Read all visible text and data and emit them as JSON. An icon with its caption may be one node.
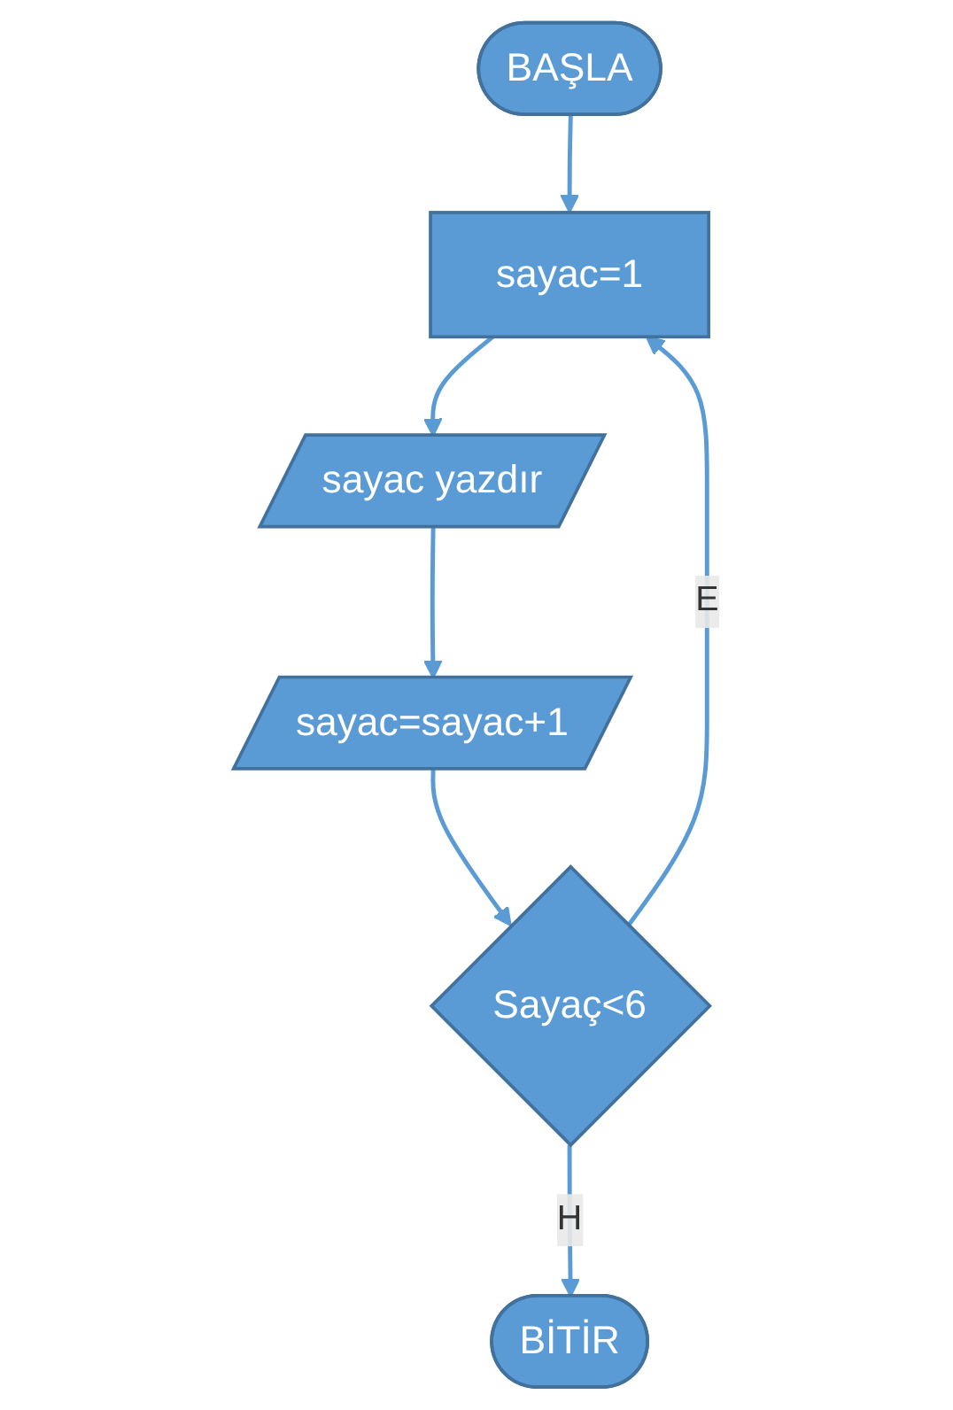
{
  "diagram": {
    "nodes": [
      {
        "text": [
          "BAŞLA"
        ]
      },
      {
        "text": [
          "sayac=1"
        ]
      },
      {
        "text": [
          "sayac yazdır"
        ]
      },
      {
        "text": [
          "sayac=sayac+1"
        ]
      },
      {
        "text": [
          "Sayaç<6"
        ]
      },
      {
        "text": [
          "BİTİR"
        ]
      }
    ],
    "edges": [
      {
        "from": 0,
        "to": 1,
        "arrow": "to"
      },
      {
        "from": 1,
        "to": 2,
        "arrow": "to"
      },
      {
        "from": 2,
        "to": 3,
        "arrow": "to"
      },
      {
        "from": 3,
        "to": 4,
        "arrow": "to"
      },
      {
        "from": 4,
        "to": 1,
        "arrow": "to",
        "label": "E"
      },
      {
        "from": 4,
        "to": 5,
        "arrow": "to",
        "label": "H"
      }
    ]
  }
}
